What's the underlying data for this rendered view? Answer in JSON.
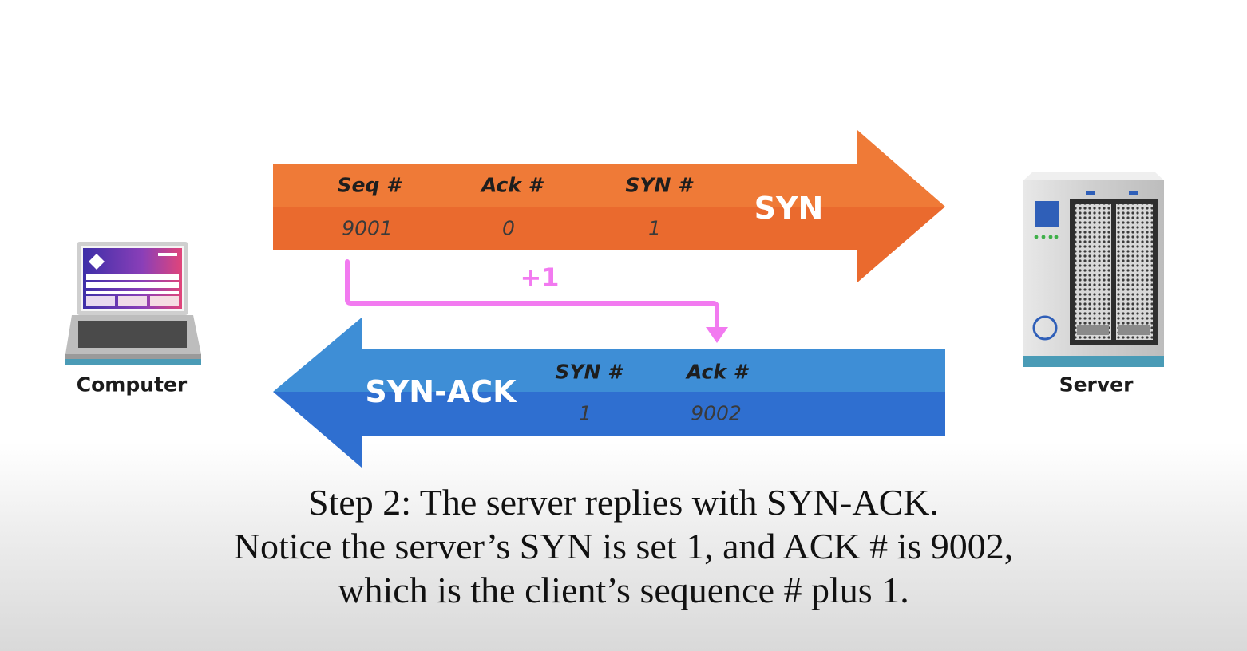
{
  "syn_arrow": {
    "label": "SYN",
    "fields": [
      {
        "header": "Seq #",
        "value": "9001"
      },
      {
        "header": "Ack #",
        "value": "0"
      },
      {
        "header": "SYN #",
        "value": "1"
      }
    ],
    "color_top": "#ef7a37",
    "color_bottom": "#ea6a2e"
  },
  "synack_arrow": {
    "label": "SYN-ACK",
    "fields": [
      {
        "header": "SYN #",
        "value": "1"
      },
      {
        "header": "Ack #",
        "value": "9002"
      }
    ],
    "color_top": "#3e8ed6",
    "color_bottom": "#2f6fd0"
  },
  "increment": {
    "label": "+1",
    "color": "#f27af0"
  },
  "computer": {
    "label": "Computer",
    "icon": "laptop-icon"
  },
  "server": {
    "label": "Server",
    "icon": "server-icon"
  },
  "caption": {
    "line1": "Step 2: The server replies with SYN-ACK.",
    "line2": "Notice the server’s SYN is set 1,  and ACK # is 9002,",
    "line3": "which is the client’s sequence # plus 1."
  }
}
